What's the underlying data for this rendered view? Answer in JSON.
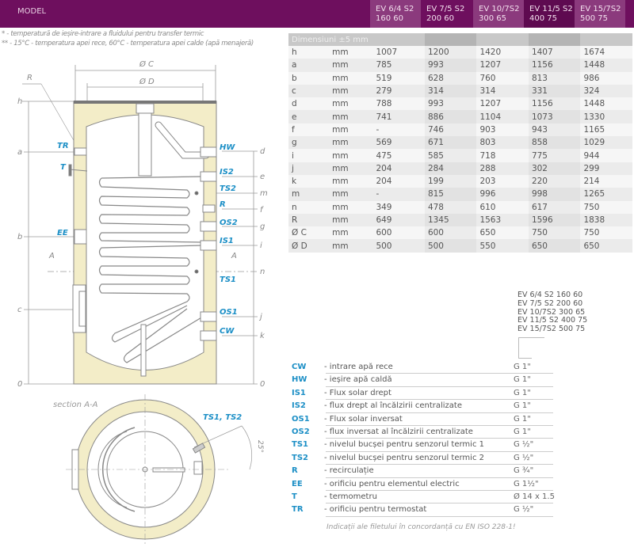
{
  "header": {
    "model_label": "MODEL",
    "models": [
      {
        "line1": "EV 6/4 S2",
        "line2": "160 60",
        "color": "#8b3a7d"
      },
      {
        "line1": "EV 7/5 S2",
        "line2": "200 60",
        "color": "#6e0f5e"
      },
      {
        "line1": "EV 10/7S2",
        "line2": "300 65",
        "color": "#8b3a7d"
      },
      {
        "line1": "EV 11/5 S2",
        "line2": "400 75",
        "color": "#5e0a50"
      },
      {
        "line1": "EV 15/7S2",
        "line2": "500 75",
        "color": "#8b3a7d"
      }
    ]
  },
  "notes": [
    "* - temperatură de ieșire-intrare a fluidului pentru transfer termic",
    "** - 15°C - temperatura apei rece, 60°C - temperatura apei calde (apă menajeră)"
  ],
  "table": {
    "dim_label": "Dimensiuni ±5 mm",
    "rows": [
      {
        "label": "h",
        "unit": "mm",
        "values": [
          "1007",
          "1200",
          "1420",
          "1407",
          "1674"
        ]
      },
      {
        "label": "a",
        "unit": "mm",
        "values": [
          "785",
          "993",
          "1207",
          "1156",
          "1448"
        ]
      },
      {
        "label": "b",
        "unit": "mm",
        "values": [
          "519",
          "628",
          "760",
          "813",
          "986"
        ]
      },
      {
        "label": "c",
        "unit": "mm",
        "values": [
          "279",
          "314",
          "314",
          "331",
          "324"
        ]
      },
      {
        "label": "d",
        "unit": "mm",
        "values": [
          "788",
          "993",
          "1207",
          "1156",
          "1448"
        ]
      },
      {
        "label": "e",
        "unit": "mm",
        "values": [
          "741",
          "886",
          "1104",
          "1073",
          "1330"
        ]
      },
      {
        "label": "f",
        "unit": "mm",
        "values": [
          "-",
          "746",
          "903",
          "943",
          "1165"
        ]
      },
      {
        "label": "g",
        "unit": "mm",
        "values": [
          "569",
          "671",
          "803",
          "858",
          "1029"
        ]
      },
      {
        "label": "i",
        "unit": "mm",
        "values": [
          "475",
          "585",
          "718",
          "775",
          "944"
        ]
      },
      {
        "label": "j",
        "unit": "mm",
        "values": [
          "204",
          "284",
          "288",
          "302",
          "299"
        ]
      },
      {
        "label": "k",
        "unit": "mm",
        "values": [
          "204",
          "199",
          "203",
          "220",
          "214"
        ]
      },
      {
        "label": "m",
        "unit": "mm",
        "values": [
          "-",
          "815",
          "996",
          "998",
          "1265"
        ]
      },
      {
        "label": "n",
        "unit": "mm",
        "values": [
          "349",
          "478",
          "610",
          "617",
          "750"
        ]
      },
      {
        "label": "R",
        "unit": "mm",
        "values": [
          "649",
          "1345",
          "1563",
          "1596",
          "1838"
        ]
      },
      {
        "label": "Ø C",
        "unit": "mm",
        "values": [
          "600",
          "600",
          "650",
          "750",
          "750"
        ]
      },
      {
        "label": "Ø D",
        "unit": "mm",
        "values": [
          "500",
          "500",
          "550",
          "650",
          "650"
        ]
      }
    ]
  },
  "models_list": [
    "EV 6/4 S2 160 60",
    "EV 7/5 S2 200 60",
    "EV 10/7S2 300 65",
    "EV 11/5 S2 400 75",
    "EV 15/7S2 500 75"
  ],
  "legend": [
    {
      "code": "CW",
      "desc": "- intrare apă rece",
      "value": "G 1\""
    },
    {
      "code": "HW",
      "desc": "- ieșire apă caldă",
      "value": "G 1\""
    },
    {
      "code": "IS1",
      "desc": "- Flux solar drept",
      "value": "G 1\""
    },
    {
      "code": "IS2",
      "desc": "- flux drept al încălzirii centralizate",
      "value": "G 1\""
    },
    {
      "code": "OS1",
      "desc": "- Flux solar inversat",
      "value": "G 1\""
    },
    {
      "code": "OS2",
      "desc": "- flux inversat al încălzirii centralizate",
      "value": "G 1\""
    },
    {
      "code": "TS1",
      "desc": "- nivelul bucșei pentru senzorul termic 1",
      "value": "G ½\""
    },
    {
      "code": "TS2",
      "desc": "- nivelul bucșei pentru senzorul termic 2",
      "value": "G ½\""
    },
    {
      "code": "R",
      "desc": "- recirculație",
      "value": "G ¾\""
    },
    {
      "code": "EE",
      "desc": "- orificiu pentru elementul electric",
      "value": "G 1½\""
    },
    {
      "code": "T",
      "desc": "- termometru",
      "value": "Ø 14 x 1.5"
    },
    {
      "code": "TR",
      "desc": "- orificiu pentru termostat",
      "value": "G ½\""
    }
  ],
  "footnote": "Indicații ale filetului în concordanță cu  EN ISO 228-1!",
  "diagram": {
    "dim_labels": {
      "oc": "Ø C",
      "od": "Ø D",
      "r": "R",
      "h": "h",
      "a": "a",
      "b": "b",
      "c": "c",
      "zero": "0",
      "d": "d",
      "e": "e",
      "m": "m",
      "f": "f",
      "g": "g",
      "i": "i",
      "n": "n",
      "j": "j",
      "k": "k",
      "A": "A"
    },
    "port_labels": {
      "TR": "TR",
      "T": "T",
      "EE": "EE",
      "HW": "HW",
      "IS2": "IS2",
      "TS2": "TS2",
      "R": "R",
      "OS2": "OS2",
      "IS1": "IS1",
      "TS1": "TS1",
      "OS1": "OS1",
      "CW": "CW"
    },
    "section_label": "section A-A",
    "section_sensor_label": "TS1, TS2",
    "angle_label": "25°"
  },
  "colors": {
    "header": "#6e0f5e",
    "accent_blue": "#1c8fc6",
    "insulation": "#f3edc8"
  }
}
